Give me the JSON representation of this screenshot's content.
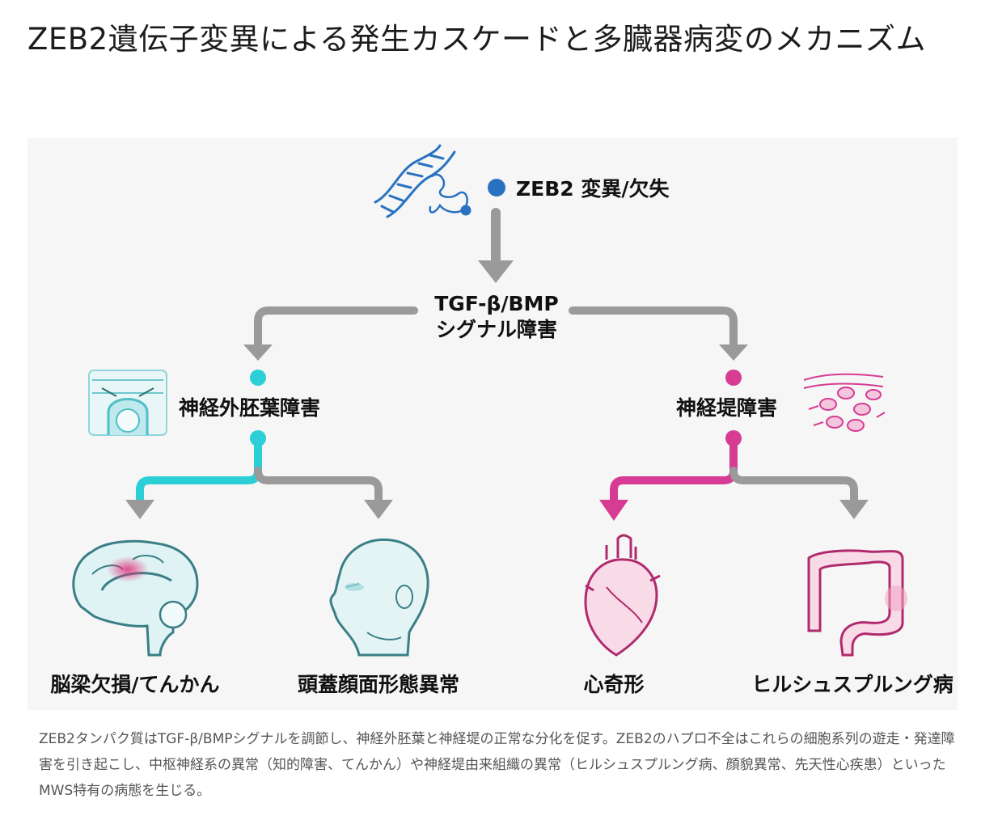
{
  "title": "ZEB2遺伝子変異による発生カスケードと多臓器病変のメカニズム",
  "diagram": {
    "root": {
      "label": "ZEB2 変異/欠失",
      "icon": "dna-protein-icon",
      "color": "#2872c0"
    },
    "signaling": {
      "line1": "TGF-β/BMP",
      "line2": "シグナル障害"
    },
    "left_branch": {
      "label": "神経外胚葉障害",
      "icon": "neural-tube-icon",
      "color": "#2ccfd6"
    },
    "right_branch": {
      "label": "神経堤障害",
      "icon": "neural-crest-cells-icon",
      "color": "#d63c93"
    },
    "outcomes": [
      {
        "label": "脳梁欠損/てんかん",
        "icon": "brain-icon"
      },
      {
        "label": "頭蓋顔面形態異常",
        "icon": "head-profile-icon"
      },
      {
        "label": "心奇形",
        "icon": "heart-icon"
      },
      {
        "label": "ヒルシュスプルング病",
        "icon": "colon-icon"
      }
    ],
    "arrow_color": "#9a9a9a"
  },
  "caption": "ZEB2タンパク質はTGF-β/BMPシグナルを調節し、神経外胚葉と神経堤の正常な分化を促す。ZEB2のハプロ不全はこれらの細胞系列の遊走・発達障害を引き起こし、中枢神経系の異常（知的障害、てんかん）や神経堤由来組織の異常（ヒルシュスプルング病、顔貌異常、先天性心疾患）といったMWS特有の病態を生じる。"
}
